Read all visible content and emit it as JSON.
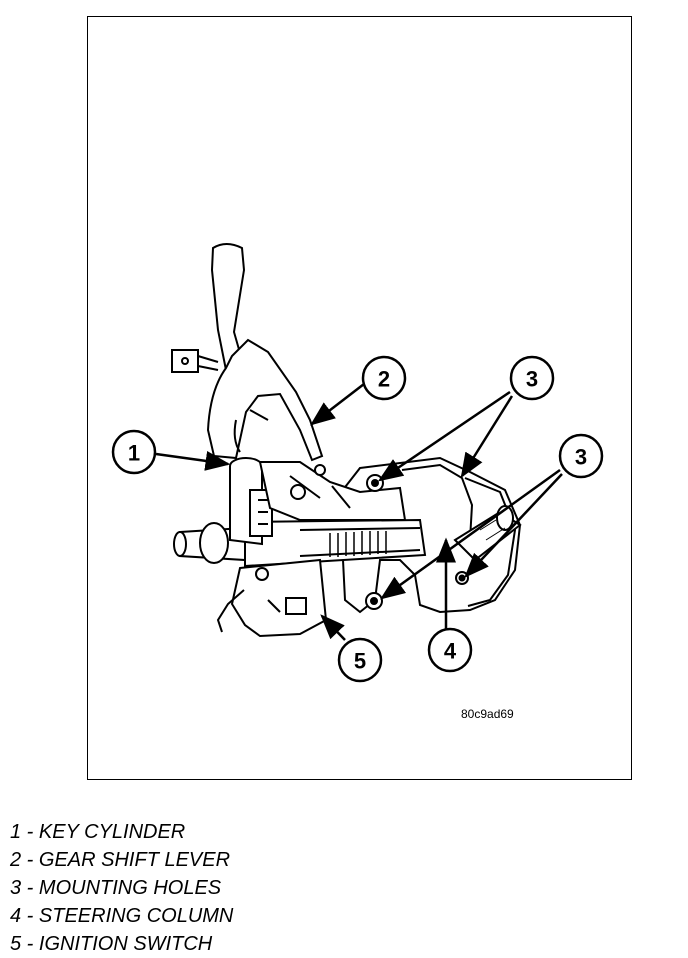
{
  "figure": {
    "id_text": "80c9ad69",
    "callouts": [
      {
        "number": "1",
        "part": "key-cylinder"
      },
      {
        "number": "2",
        "part": "gear-shift-lever"
      },
      {
        "number": "3",
        "part": "mounting-holes-upper"
      },
      {
        "number": "3",
        "part": "mounting-holes-lower"
      },
      {
        "number": "4",
        "part": "steering-column"
      },
      {
        "number": "5",
        "part": "ignition-switch"
      }
    ]
  },
  "legend": {
    "items": [
      {
        "num": "1",
        "sep": " - ",
        "label": "KEY CYLINDER"
      },
      {
        "num": "2",
        "sep": " - ",
        "label": "GEAR SHIFT LEVER"
      },
      {
        "num": "3",
        "sep": " - ",
        "label": "MOUNTING HOLES"
      },
      {
        "num": "4",
        "sep": " - ",
        "label": "STEERING COLUMN"
      },
      {
        "num": "5",
        "sep": " - ",
        "label": "IGNITION SWITCH"
      }
    ]
  }
}
